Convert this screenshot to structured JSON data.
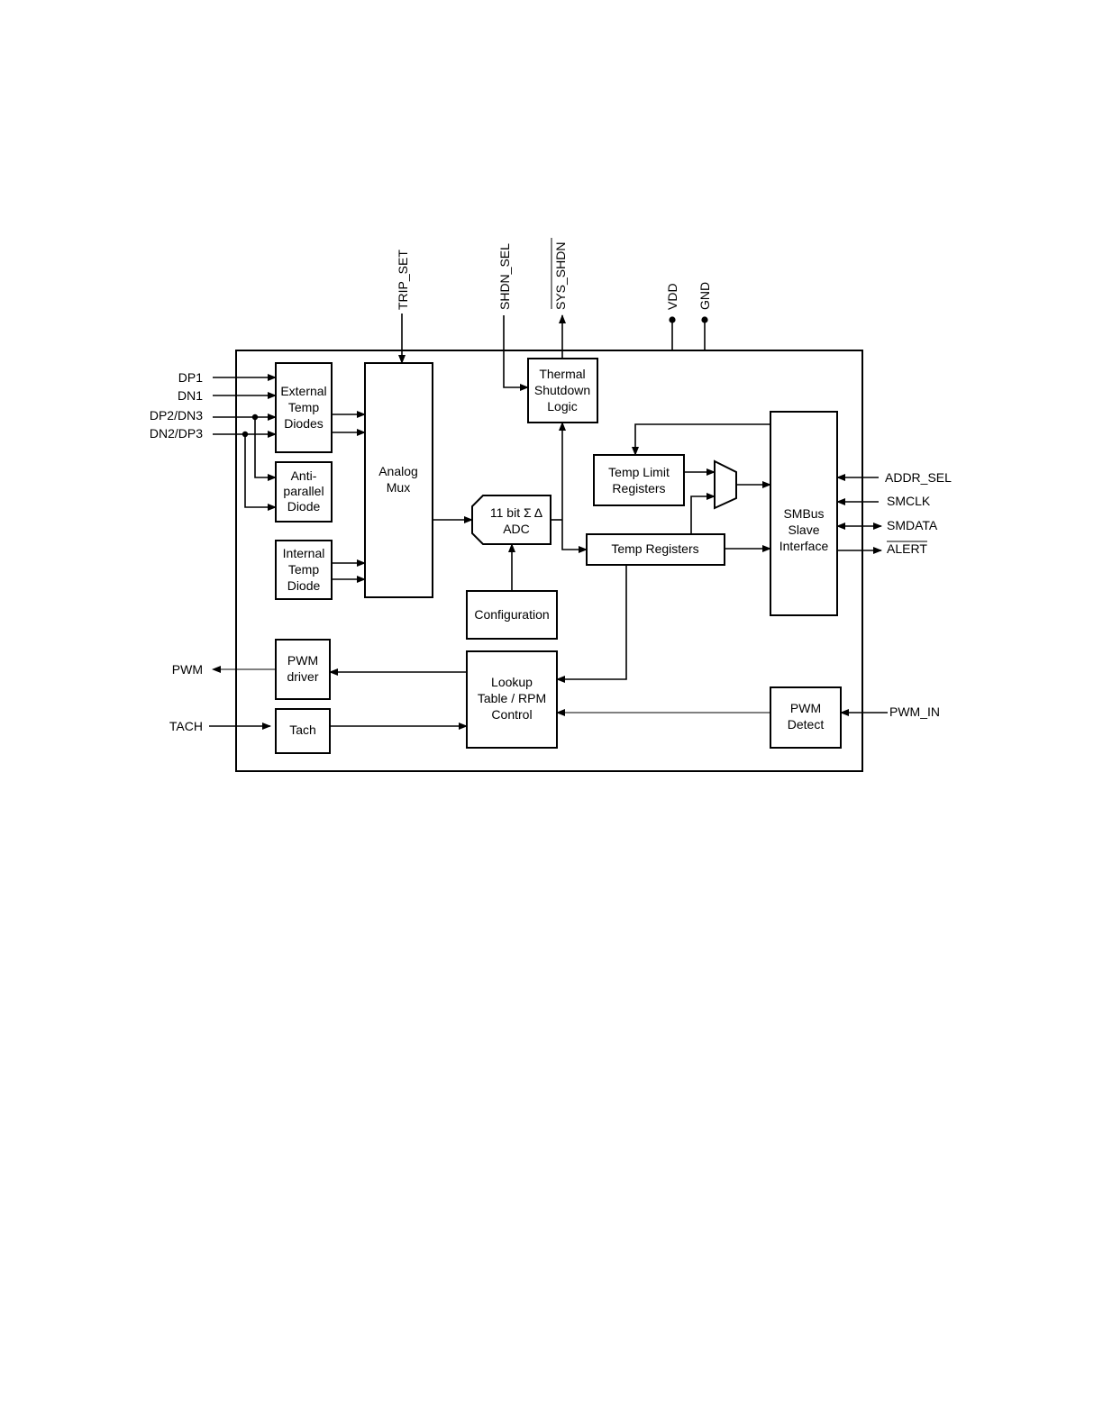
{
  "colors": {
    "line": "#000000",
    "background": "#ffffff"
  },
  "blocks": {
    "external_temp_diodes": [
      "External",
      "Temp",
      "Diodes"
    ],
    "anti_parallel_diode": [
      "Anti-",
      "parallel",
      "Diode"
    ],
    "internal_temp_diode": [
      "Internal",
      "Temp",
      "Diode"
    ],
    "analog_mux": [
      "Analog",
      "Mux"
    ],
    "thermal_shutdown_logic": [
      "Thermal",
      "Shutdown",
      "Logic"
    ],
    "adc": [
      "11 bit Σ Δ",
      "ADC"
    ],
    "configuration": [
      "Configuration"
    ],
    "temp_limit_registers": [
      "Temp Limit",
      "Registers"
    ],
    "temp_registers": [
      "Temp Registers"
    ],
    "smbus_slave_interface": [
      "SMBus",
      "Slave",
      "Interface"
    ],
    "pwm_driver": [
      "PWM",
      "driver"
    ],
    "tach": [
      "Tach"
    ],
    "lookup_table": [
      "Lookup",
      "Table / RPM",
      "Control"
    ],
    "pwm_detect": [
      "PWM",
      "Detect"
    ]
  },
  "pins": {
    "dp1": "DP1",
    "dn1": "DN1",
    "dp2_dn3": "DP2/DN3",
    "dn2_dp3": "DN2/DP3",
    "trip_set": "TRIP_SET",
    "shdn_sel": "SHDN_SEL",
    "sys_shdn": "SYS_SHDN",
    "vdd": "VDD",
    "gnd": "GND",
    "addr_sel": "ADDR_SEL",
    "smclk": "SMCLK",
    "smdata": "SMDATA",
    "alert": "ALERT",
    "pwm": "PWM",
    "tach": "TACH",
    "pwm_in": "PWM_IN"
  }
}
